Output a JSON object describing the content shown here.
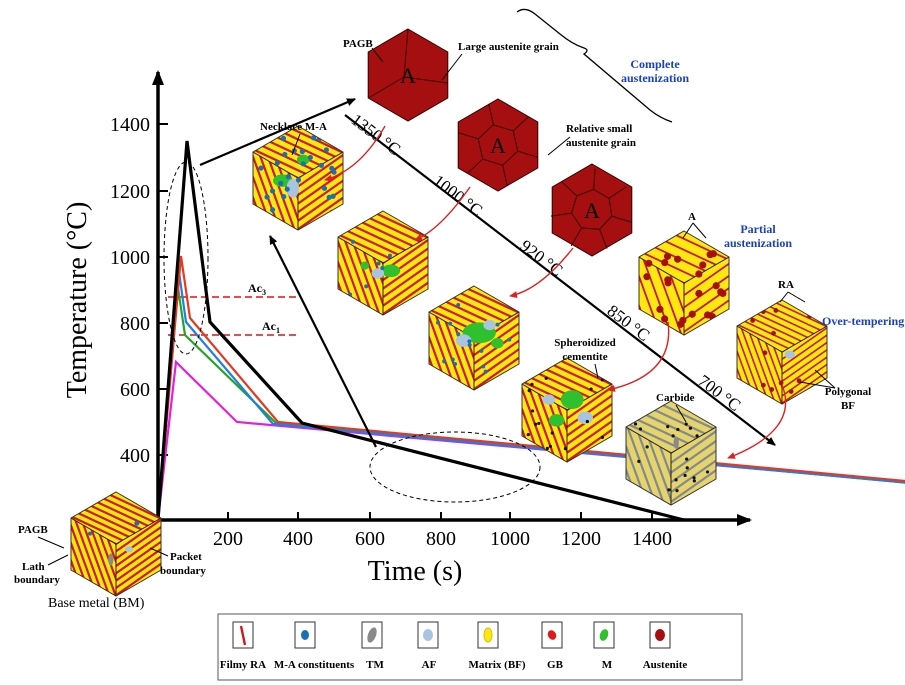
{
  "axes": {
    "x_title": "Time (s)",
    "y_title": "Temperature (°C)",
    "x_ticks": [
      "200",
      "400",
      "600",
      "800",
      "1000",
      "1200",
      "1400"
    ],
    "y_ticks": [
      "400",
      "600",
      "800",
      "1000",
      "1200",
      "1400"
    ]
  },
  "critical_lines": {
    "ac3": "Ac",
    "ac3_sub": "3",
    "ac1": "Ac",
    "ac1_sub": "1"
  },
  "peak_temps": [
    "1350 °C",
    "1000 °C",
    "920 °C",
    "850 °C",
    "700 °C"
  ],
  "labels": {
    "pagb_top": "PAGB",
    "large_grain": "Large austenite grain",
    "complete": [
      "Complete",
      "austenization"
    ],
    "small_grain": [
      "Relative small",
      "austenite grain"
    ],
    "grain_A": "A",
    "necklace": "Necklace M-A",
    "partial": [
      "Partial",
      "austenization"
    ],
    "A_small": "A",
    "RA": "RA",
    "over_tempering": "Over-tempering",
    "polygonal": [
      "Polygonal",
      "BF"
    ],
    "spheroidized": [
      "Spheroidized",
      "cementite"
    ],
    "carbide": "Carbide",
    "pagb_bm": "PAGB",
    "lath": [
      "Lath",
      "boundary"
    ],
    "packet": [
      "Packet",
      "boundary"
    ],
    "base_metal": "Base metal (BM)"
  },
  "legend": [
    "Filmy RA",
    "M-A constituents",
    "TM",
    "AF",
    "Matrix (BF)",
    "GB",
    "M",
    "Austenite"
  ],
  "colors": {
    "red_grain": "#a60f0f",
    "matrix_yellow": "#ffe812",
    "lath_red": "#cc1a1a",
    "ma_blue": "#1a6fb5",
    "m_green": "#2fc02f",
    "af_lightblue": "#a9c4e0",
    "tm_gray": "#8a8a8a",
    "curve_1350": "#000000",
    "curve_1000": "#e53a1f",
    "curve_920": "#1f7fe5",
    "curve_850": "#1fa81f",
    "curve_700": "#e21fe2",
    "ac_line": "#e01010",
    "label_blue": "#1a3fc0"
  }
}
